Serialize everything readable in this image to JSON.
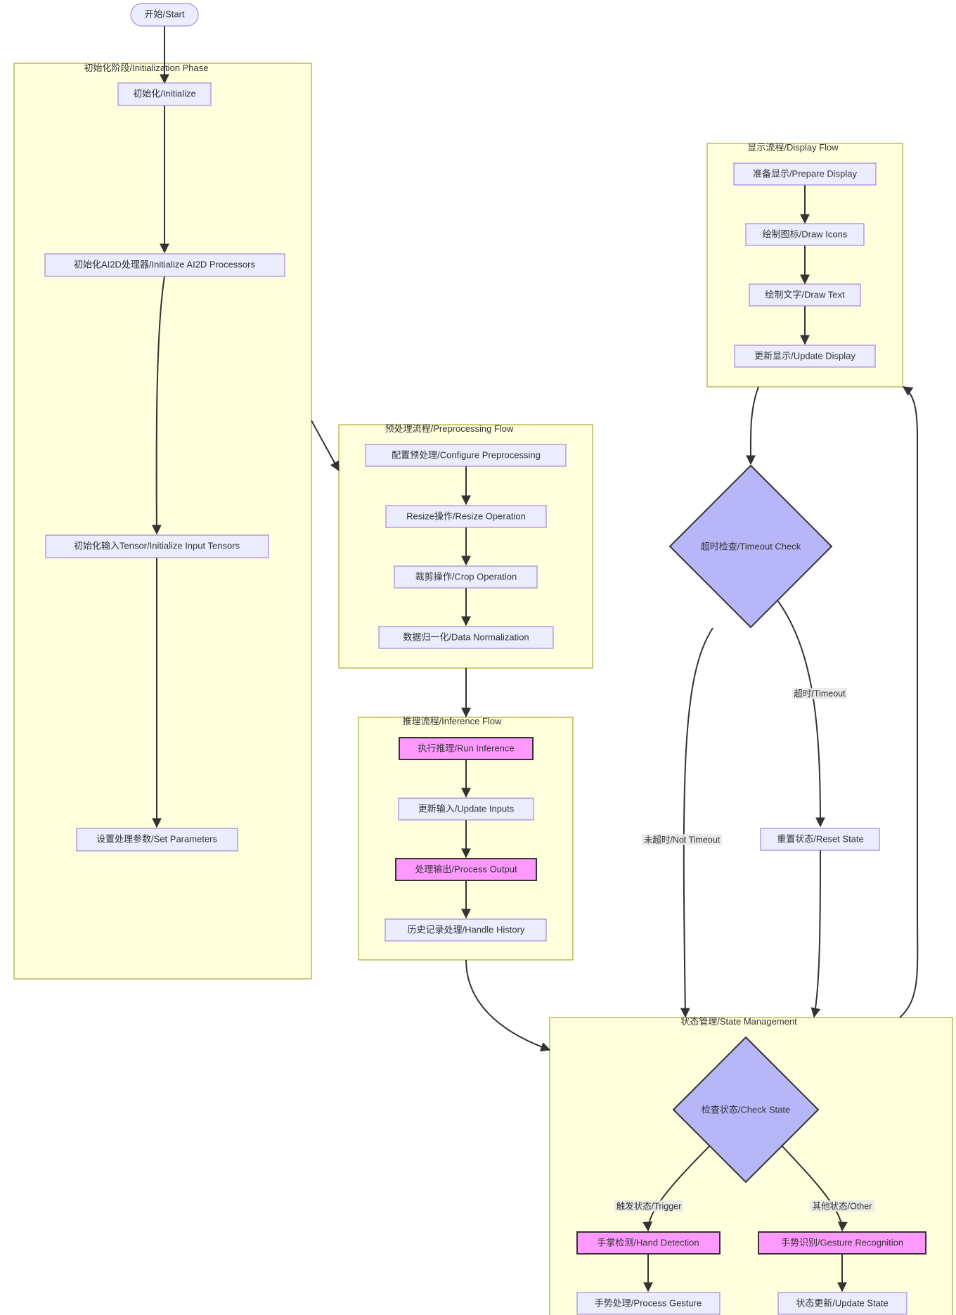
{
  "start": "开始/Start",
  "clusters": {
    "init": "初始化阶段/Initialization Phase",
    "pre": "预处理流程/Preprocessing Flow",
    "infer": "推理流程/Inference Flow",
    "display": "显示流程/Display Flow",
    "state": "状态管理/State Management"
  },
  "nodes": {
    "initialize": "初始化/Initialize",
    "init_ai2d": "初始化AI2D处理器/Initialize AI2D Processors",
    "init_tensor": "初始化输入Tensor/Initialize Input Tensors",
    "set_params": "设置处理参数/Set Parameters",
    "config_pre": "配置预处理/Configure Preprocessing",
    "resize": "Resize操作/Resize Operation",
    "crop": "裁剪操作/Crop Operation",
    "normalize": "数据归一化/Data Normalization",
    "run_infer": "执行推理/Run Inference",
    "update_inputs": "更新输入/Update Inputs",
    "process_output": "处理输出/Process Output",
    "handle_history": "历史记录处理/Handle History",
    "prepare_display": "准备显示/Prepare Display",
    "draw_icons": "绘制图标/Draw Icons",
    "draw_text": "绘制文字/Draw Text",
    "update_display": "更新显示/Update Display",
    "timeout_check": "超时检查/Timeout Check",
    "reset_state": "重置状态/Reset State",
    "check_state": "检查状态/Check State",
    "hand_detection": "手掌检测/Hand Detection",
    "gesture_recognition": "手势识别/Gesture Recognition",
    "process_gesture": "手势处理/Process Gesture",
    "update_state": "状态更新/Update State"
  },
  "edge_labels": {
    "timeout": "超时/Timeout",
    "not_timeout": "未超时/Not Timeout",
    "trigger": "触发状态/Trigger",
    "other": "其他状态/Other"
  },
  "colors": {
    "cluster_fill": "#ffffde",
    "cluster_stroke": "#aaaa33",
    "node_fill": "#ececff",
    "node_stroke": "#9370db",
    "highlight_fill": "#ff99ff",
    "decision_fill": "#b6b6f8",
    "edge": "#333333"
  }
}
